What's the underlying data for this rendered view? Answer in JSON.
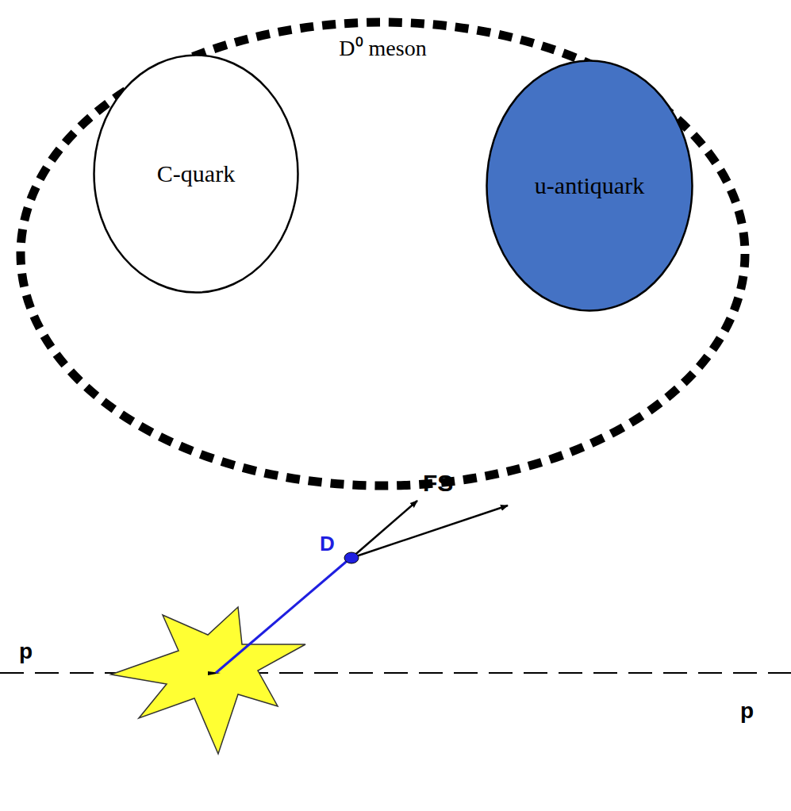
{
  "diagram": {
    "nodes": [
      {
        "text": [
          "D⁰ meson"
        ]
      },
      {
        "text": [
          "C-quark"
        ],
        "in": 0
      },
      {
        "text": [
          "u-antiquark"
        ],
        "in": 0
      }
    ],
    "labels": [
      "FS",
      "D",
      "p",
      "p"
    ]
  }
}
